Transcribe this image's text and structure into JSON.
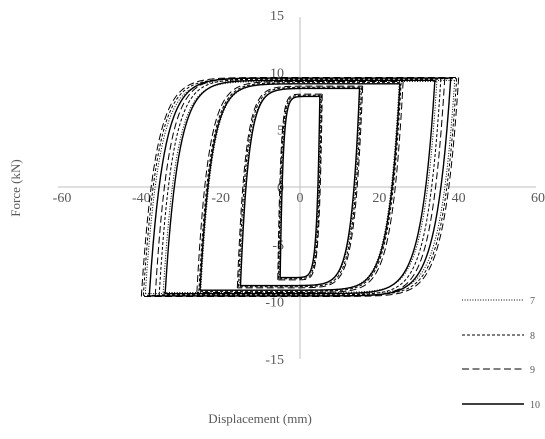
{
  "chart_data": {
    "type": "line",
    "title": "",
    "xlabel": "Displacement (mm)",
    "ylabel": "Force (kN)",
    "xlim": [
      -60,
      60
    ],
    "ylim": [
      -15,
      15
    ],
    "x_ticks": [
      "-60",
      "-40",
      "-20",
      "0",
      "20",
      "40",
      "60"
    ],
    "y_ticks": [
      "-15",
      "-10",
      "-5",
      "0",
      "5",
      "10",
      "15"
    ],
    "grid": false,
    "legend_position": "bottom-right",
    "series": [
      {
        "name": "7",
        "line_style": "dotted",
        "color": "#000000",
        "loops": [
          {
            "amplitude": 5.2,
            "peak_force": 7.9,
            "fy": 8.1,
            "width": 1.5,
            "kh": 0.02,
            "k": 1.4
          },
          {
            "amplitude": 15.2,
            "peak_force": 8.6,
            "fy": 8.2,
            "width": 3.0,
            "kh": 0.02,
            "k": 0.5
          },
          {
            "amplitude": 25.0,
            "peak_force": 9.0,
            "fy": 8.3,
            "width": 3.8,
            "kh": 0.02,
            "k": 0.35
          },
          {
            "amplitude": 34.5,
            "peak_force": 9.2,
            "fy": 8.5,
            "width": 4.8,
            "kh": 0.02,
            "k": 0.3
          },
          {
            "amplitude": 39.0,
            "peak_force": 9.3,
            "fy": 8.6,
            "width": 5.5,
            "kh": 0.02,
            "k": 0.28
          }
        ]
      },
      {
        "name": "8",
        "line_style": "short-dash",
        "color": "#000000",
        "loops": [
          {
            "amplitude": 5.4,
            "peak_force": 8.0,
            "fy": 8.2,
            "width": 1.6,
            "kh": 0.02,
            "k": 1.4
          },
          {
            "amplitude": 15.5,
            "peak_force": 8.7,
            "fy": 8.3,
            "width": 3.1,
            "kh": 0.02,
            "k": 0.5
          },
          {
            "amplitude": 25.5,
            "peak_force": 9.1,
            "fy": 8.4,
            "width": 3.9,
            "kh": 0.02,
            "k": 0.35
          },
          {
            "amplitude": 35.5,
            "peak_force": 9.4,
            "fy": 8.6,
            "width": 5.0,
            "kh": 0.02,
            "k": 0.3
          },
          {
            "amplitude": 39.5,
            "peak_force": 9.45,
            "fy": 8.7,
            "width": 5.6,
            "kh": 0.02,
            "k": 0.28
          }
        ]
      },
      {
        "name": "9",
        "line_style": "long-dash",
        "color": "#000000",
        "loops": [
          {
            "amplitude": 5.6,
            "peak_force": 8.1,
            "fy": 8.3,
            "width": 1.7,
            "kh": 0.02,
            "k": 1.4
          },
          {
            "amplitude": 15.8,
            "peak_force": 8.8,
            "fy": 8.4,
            "width": 3.2,
            "kh": 0.02,
            "k": 0.5
          },
          {
            "amplitude": 26.0,
            "peak_force": 9.2,
            "fy": 8.5,
            "width": 4.0,
            "kh": 0.02,
            "k": 0.35
          },
          {
            "amplitude": 36.5,
            "peak_force": 9.5,
            "fy": 8.7,
            "width": 5.2,
            "kh": 0.02,
            "k": 0.3
          },
          {
            "amplitude": 40.0,
            "peak_force": 9.55,
            "fy": 8.8,
            "width": 5.7,
            "kh": 0.02,
            "k": 0.28
          }
        ]
      },
      {
        "name": "10",
        "line_style": "solid",
        "color": "#000000",
        "loops": [
          {
            "amplitude": 5.0,
            "peak_force": 7.9,
            "fy": 8.1,
            "width": 1.5,
            "kh": 0.02,
            "k": 1.4
          },
          {
            "amplitude": 15.0,
            "peak_force": 8.6,
            "fy": 8.2,
            "width": 3.0,
            "kh": 0.02,
            "k": 0.5
          },
          {
            "amplitude": 25.2,
            "peak_force": 9.0,
            "fy": 8.3,
            "width": 3.9,
            "kh": 0.02,
            "k": 0.35
          },
          {
            "amplitude": 34.0,
            "peak_force": 9.3,
            "fy": 8.5,
            "width": 4.9,
            "kh": 0.02,
            "k": 0.3
          },
          {
            "amplitude": 38.0,
            "peak_force": 9.5,
            "fy": 8.6,
            "width": 5.4,
            "kh": 0.02,
            "k": 0.28
          }
        ]
      }
    ]
  }
}
